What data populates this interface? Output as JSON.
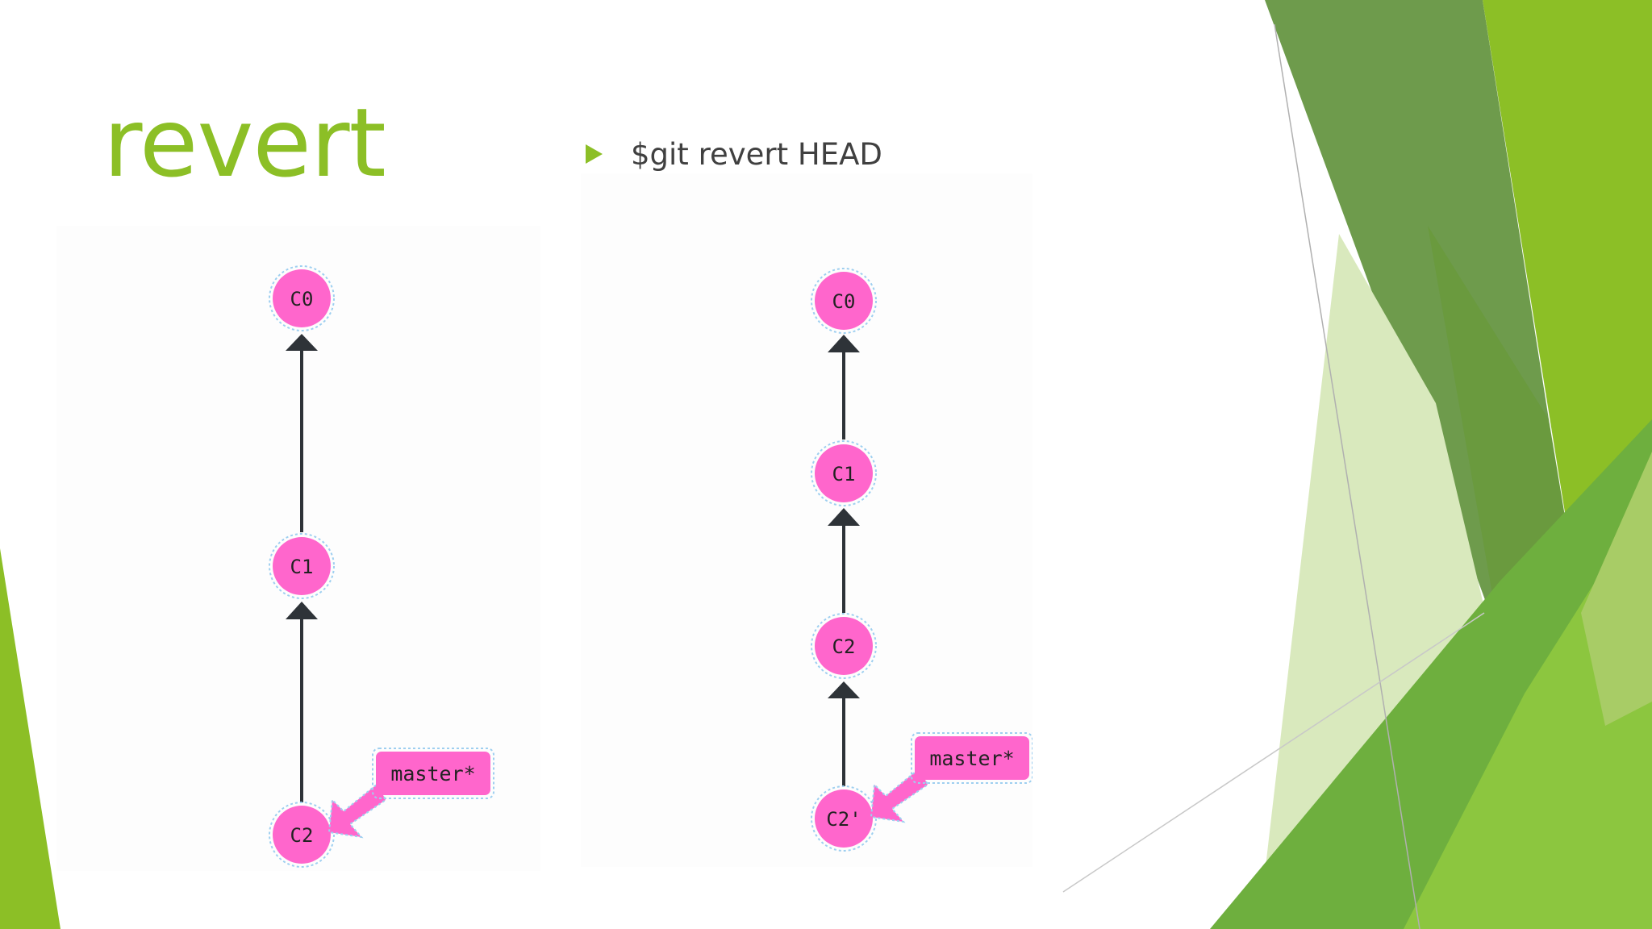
{
  "slide": {
    "title": "revert",
    "bullet": "$git revert HEAD"
  },
  "diagrams": [
    {
      "nodes": [
        "C0",
        "C1",
        "C2"
      ],
      "ref": "master*"
    },
    {
      "nodes": [
        "C0",
        "C1",
        "C2",
        "C2'"
      ],
      "ref": "master*"
    }
  ],
  "colors": {
    "title_green": "#8cbf26",
    "node_pink": "#ff66cc",
    "edge_dark": "#2e3338",
    "text_gray": "#404040"
  }
}
